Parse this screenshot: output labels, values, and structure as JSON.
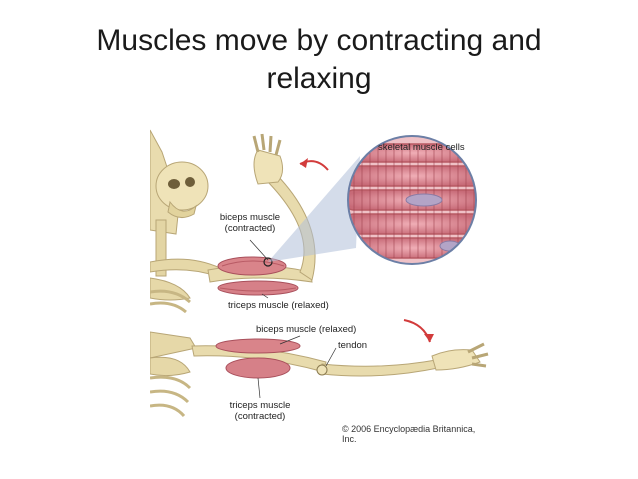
{
  "slide": {
    "title": "Muscles move by contracting and relaxing"
  },
  "figure": {
    "labels": {
      "skeletal_cells": "skeletal muscle cells",
      "biceps_contracted_line1": "biceps muscle",
      "biceps_contracted_line2": "(contracted)",
      "triceps_relaxed": "triceps muscle (relaxed)",
      "biceps_relaxed": "biceps muscle (relaxed)",
      "tendon": "tendon",
      "triceps_contracted_line1": "triceps muscle",
      "triceps_contracted_line2": "(contracted)"
    },
    "copyright": "© 2006 Encyclopædia Britannica, Inc.",
    "colors": {
      "bone": "#ecdfb0",
      "bone_shadow": "#c9b77f",
      "muscle": "#d9848a",
      "muscle_dark": "#b85a64",
      "arrow": "#d23b3b",
      "magnifier_bg": "#b0bfd8"
    }
  }
}
